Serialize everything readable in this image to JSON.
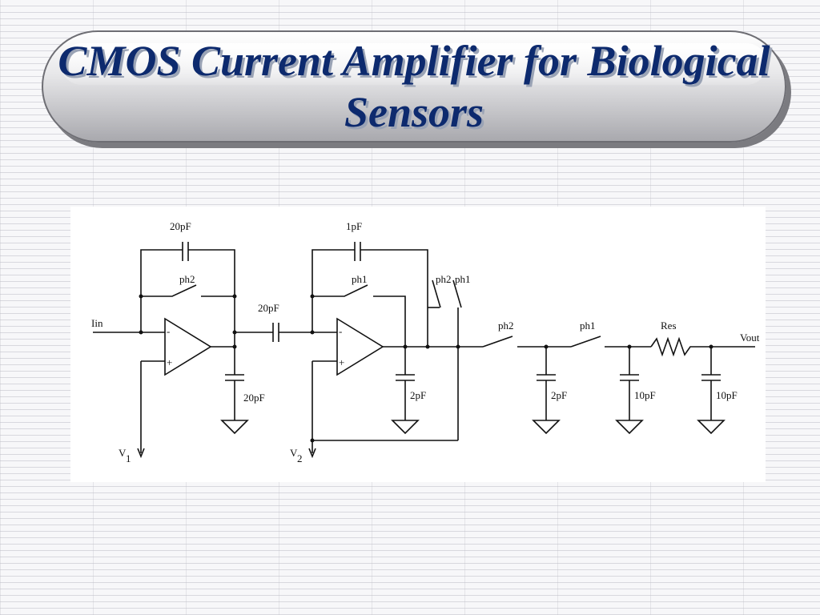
{
  "title": "CMOS Current Amplifier for Biological Sensors",
  "circuit": {
    "labels": {
      "iin": "Iin",
      "c_fb1": "20pF",
      "sw_fb1": "ph2",
      "c_out1": "20pF",
      "c_couple": "20pF",
      "c_fb2": "1pF",
      "sw_fb2": "ph1",
      "sw_a": "ph2",
      "sw_b": "ph1",
      "c_out2": "2pF",
      "sw_s1": "ph2",
      "sw_s2": "ph1",
      "c_s1": "2pF",
      "c_s2": "10pF",
      "res": "Res",
      "c_s3": "10pF",
      "vout": "Vout",
      "v1": "V",
      "v1_sub": "1",
      "v2": "V",
      "v2_sub": "2",
      "minus": "-",
      "plus": "+"
    }
  }
}
